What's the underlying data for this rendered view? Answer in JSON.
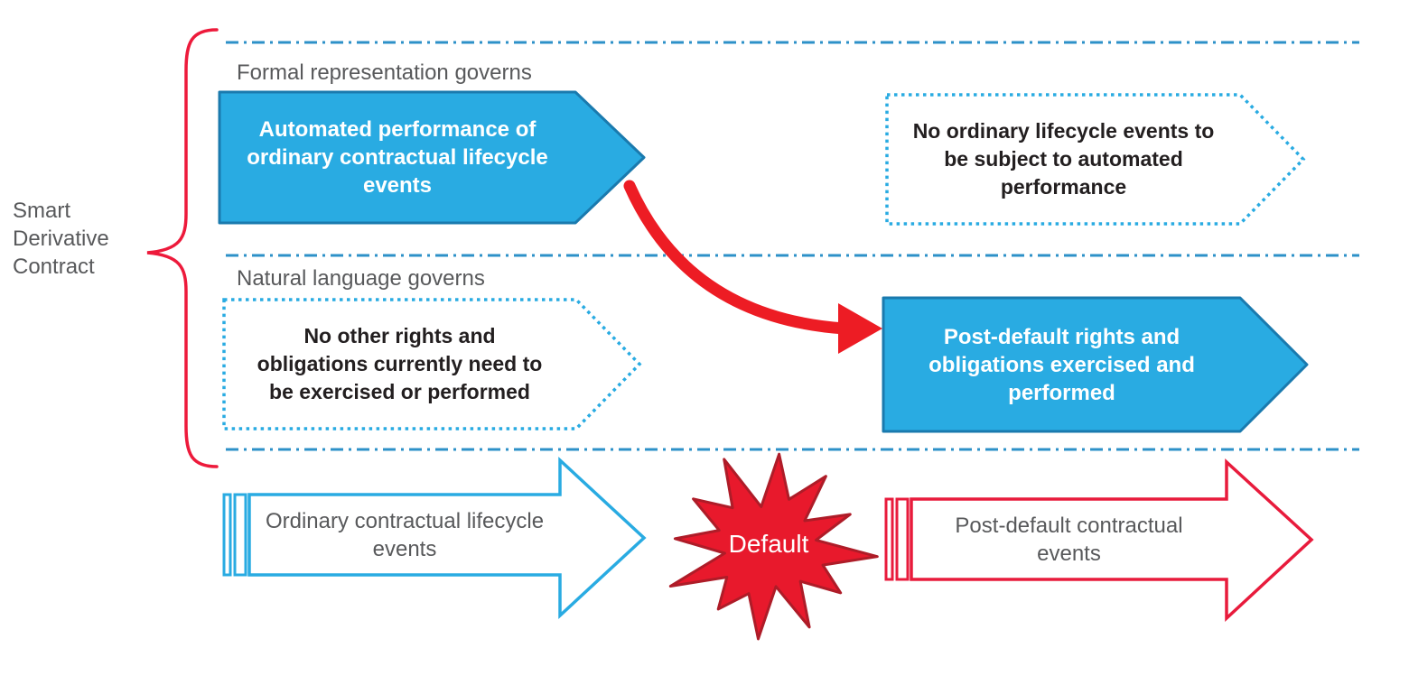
{
  "diagram": {
    "side_label": "Smart\nDerivative\nContract",
    "lane_formal": {
      "label": "Formal representation governs",
      "active_box": "Automated performance of\nordinary contractual lifecycle\nevents",
      "inactive_box": "No ordinary lifecycle events to\nbe subject to automated\nperformance"
    },
    "lane_natural": {
      "label": "Natural language governs",
      "inactive_box": "No other rights and\nobligations currently need to\nbe exercised or performed",
      "active_box": "Post-default rights and\nobligations exercised and\nperformed"
    },
    "timeline": {
      "pre_default_arrow": "Ordinary contractual lifecycle\nevents",
      "default_event": "Default",
      "post_default_arrow": "Post-default contractual\nevents"
    },
    "colors": {
      "blue_fill": "#29ABE2",
      "blue_border": "#1A7AAE",
      "divider_blue": "#2D91C8",
      "arrow_red": "#ED1C24",
      "crimson": "#ED1A3B",
      "star_fill": "#E8192C",
      "star_border": "#AE1C28",
      "gray_text": "#58595B",
      "dark_text": "#231F20"
    }
  }
}
